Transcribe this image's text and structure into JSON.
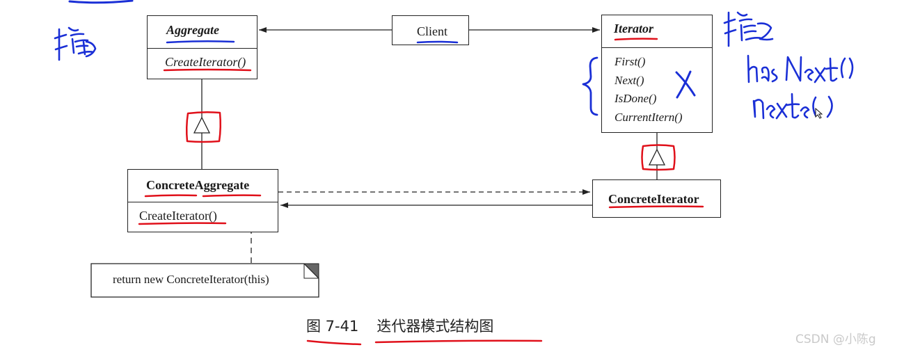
{
  "aggregate": {
    "name": "Aggregate",
    "op": "CreateIterator()"
  },
  "client": {
    "name": "Client"
  },
  "iterator": {
    "name": "Iterator",
    "ops": [
      "First()",
      "Next()",
      "IsDone()",
      "CurrentItern()"
    ]
  },
  "concrete_aggregate": {
    "name": "ConcreteAggregate",
    "op": "CreateIterator()"
  },
  "concrete_iterator": {
    "name": "ConcreteIterator"
  },
  "note": {
    "text": "return new ConcreteIterator(this)"
  },
  "caption": {
    "number": "图 7-41",
    "title": "迭代器模式结构图"
  },
  "watermark": "CSDN @小陈g",
  "colors": {
    "pen_blue": "#1a2fd6",
    "pen_red": "#e0101a",
    "stroke": "#222222"
  }
}
